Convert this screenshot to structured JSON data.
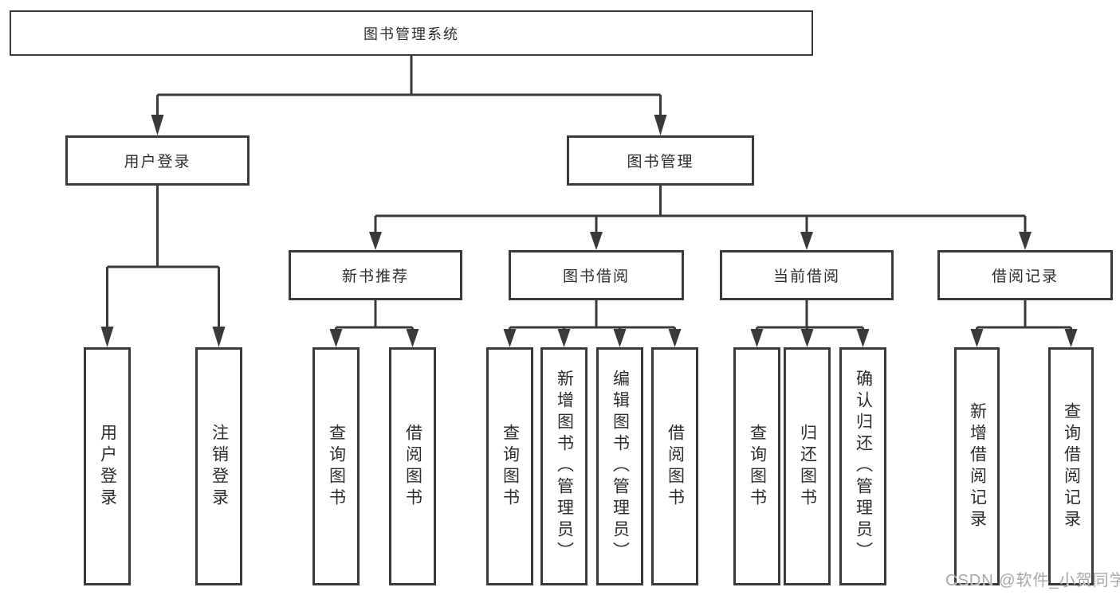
{
  "colors": {
    "line": "#3a3a3a",
    "text": "#2d2d2d",
    "background": "#ffffff",
    "watermark": "#a8a8a8"
  },
  "watermark": {
    "text": "CSDN @软件_小贺同学"
  },
  "tree": {
    "label": "图书管理系统",
    "children": [
      {
        "label": "用户登录",
        "children": [
          {
            "label": "用户登录"
          },
          {
            "label": "注销登录"
          }
        ]
      },
      {
        "label": "图书管理",
        "children": [
          {
            "label": "新书推荐",
            "children": [
              {
                "label": "查询图书"
              },
              {
                "label": "借阅图书"
              }
            ]
          },
          {
            "label": "图书借阅",
            "children": [
              {
                "label": "查询图书"
              },
              {
                "label": "新增图书（管理员）"
              },
              {
                "label": "编辑图书（管理员）"
              },
              {
                "label": "借阅图书"
              }
            ]
          },
          {
            "label": "当前借阅",
            "children": [
              {
                "label": "查询图书"
              },
              {
                "label": "归还图书"
              },
              {
                "label": "确认归还（管理员）"
              }
            ]
          },
          {
            "label": "借阅记录",
            "children": [
              {
                "label": "新增借阅记录"
              },
              {
                "label": "查询借阅记录"
              }
            ]
          }
        ]
      }
    ]
  }
}
